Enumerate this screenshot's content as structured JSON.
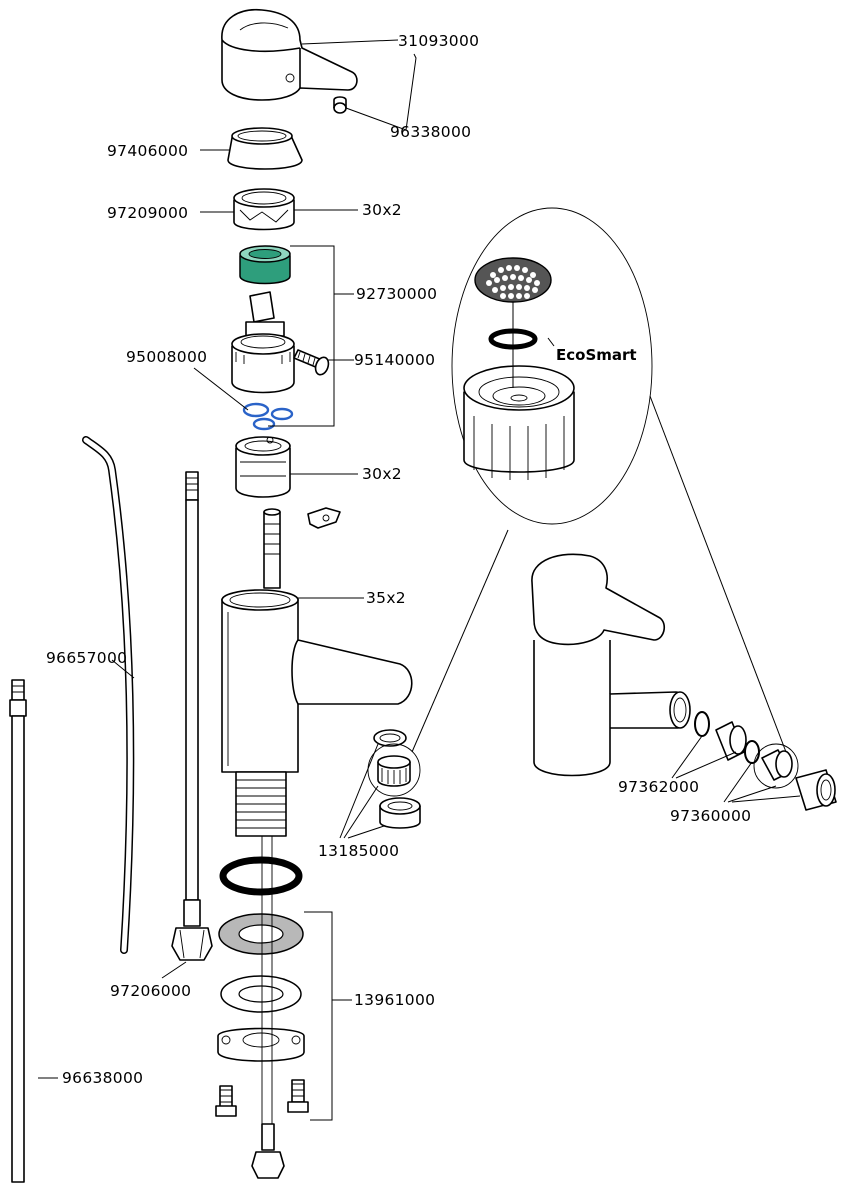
{
  "labels": {
    "handle": "31093000",
    "pin": "96338000",
    "cap": "97406000",
    "nut_a": "97209000",
    "nut_a_size": "30x2",
    "cartridge_set": "92730000",
    "screw": "95140000",
    "seals": "95008000",
    "nut_b_size": "30x2",
    "body_size": "35x2",
    "hose_a": "96657000",
    "hose_b": "96638000",
    "connector": "97206000",
    "aerator": "13185000",
    "mount_set": "13961000",
    "outlet_seal": "97362000",
    "outlet_parts": "97360000",
    "ecosmart": "EcoSmart"
  },
  "colors": {
    "line": "#000000",
    "green_cartridge": "#2e9e7c",
    "blue_seal": "#2a63c8"
  }
}
